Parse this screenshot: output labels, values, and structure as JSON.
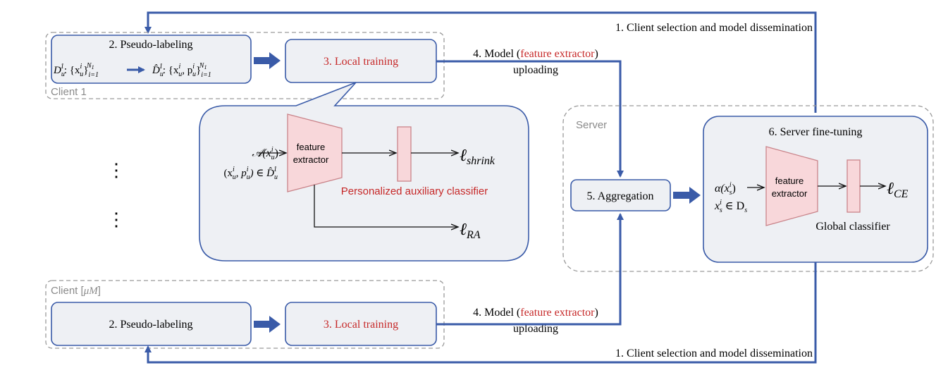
{
  "colors": {
    "blue": "#3a5ba8",
    "red": "#c62828",
    "pink_fill": "#f8d7da",
    "pink_stroke": "#c9848a",
    "box_fill": "#eef0f4",
    "gray_text": "#8a8a8a",
    "dash": "#9a9a9a"
  },
  "top_caption": "1. Client selection and model dissemination",
  "bottom_caption": "1. Client selection and model dissemination",
  "client1": {
    "label": "Client 1",
    "pseudo_title": "2. Pseudo-labeling",
    "formula_left": {
      "D": "D",
      "sub": "u",
      "sup": "1",
      "rest": ": {x",
      "xi_sup": "i",
      "xi_sub": "u",
      "close": "}",
      "range_sub": "i=1",
      "range_sup": "N",
      "range_sup_sub": "1"
    },
    "formula_right": {
      "D": "D̂",
      "sub": "u",
      "sup": "1",
      "rest": ": {x",
      "xi_sup": "i",
      "xi_sub": "u",
      "p": ", p",
      "p_sup": "i",
      "p_sub": "u",
      "close": "}",
      "range_sub": "i=1",
      "range_sup": "N",
      "range_sup_sub": "1"
    },
    "local_training": "3. Local training",
    "upload_line1_prefix": "4. Model (",
    "upload_line1_red": "feature extractor",
    "upload_line1_suffix": ")",
    "upload_line2": "uploading"
  },
  "clientM": {
    "label_prefix": "Client [",
    "label_mu": "μM",
    "label_suffix": "]",
    "pseudo_title": "2. Pseudo-labeling",
    "local_training": "3. Local training",
    "upload_line1_prefix": "4. Model (",
    "upload_line1_red": "feature extractor",
    "upload_line1_suffix": ")",
    "upload_line2": "uploading"
  },
  "callout": {
    "input_aug": "𝒜(x",
    "input_aug_sup": "i",
    "input_aug_sub": "u",
    "input_aug_close": ")",
    "input_pair": "(x",
    "input_pair_sup": "i",
    "input_pair_sub": "u",
    "input_pair_mid": ", p",
    "input_pair_p_sup": "i",
    "input_pair_p_sub": "u",
    "input_pair_in": ") ∈ D̂",
    "input_pair_D_sub": "u",
    "input_pair_D_sup": "1",
    "extractor_l1": "feature",
    "extractor_l2": "extractor",
    "classifier_label": "Personalized auxiliary classifier",
    "loss_shrink_l": "ℓ",
    "loss_shrink_sub": "shrink",
    "loss_ra_l": "ℓ",
    "loss_ra_sub": "RA"
  },
  "dots": "⋮",
  "server": {
    "label": "Server",
    "aggregation": "5. Aggregation",
    "finetune_title": "6. Server fine-tuning",
    "input_alpha": "α(x",
    "input_alpha_sup": "i",
    "input_alpha_sub": "s",
    "input_alpha_close": ")",
    "input_x": "x",
    "input_x_sup": "i",
    "input_x_sub": "s",
    "input_in": " ∈ D",
    "input_D_sub": "s",
    "extractor_l1": "feature",
    "extractor_l2": "extractor",
    "classifier_label": "Global classifier",
    "loss_l": "ℓ",
    "loss_sub": "CE"
  }
}
